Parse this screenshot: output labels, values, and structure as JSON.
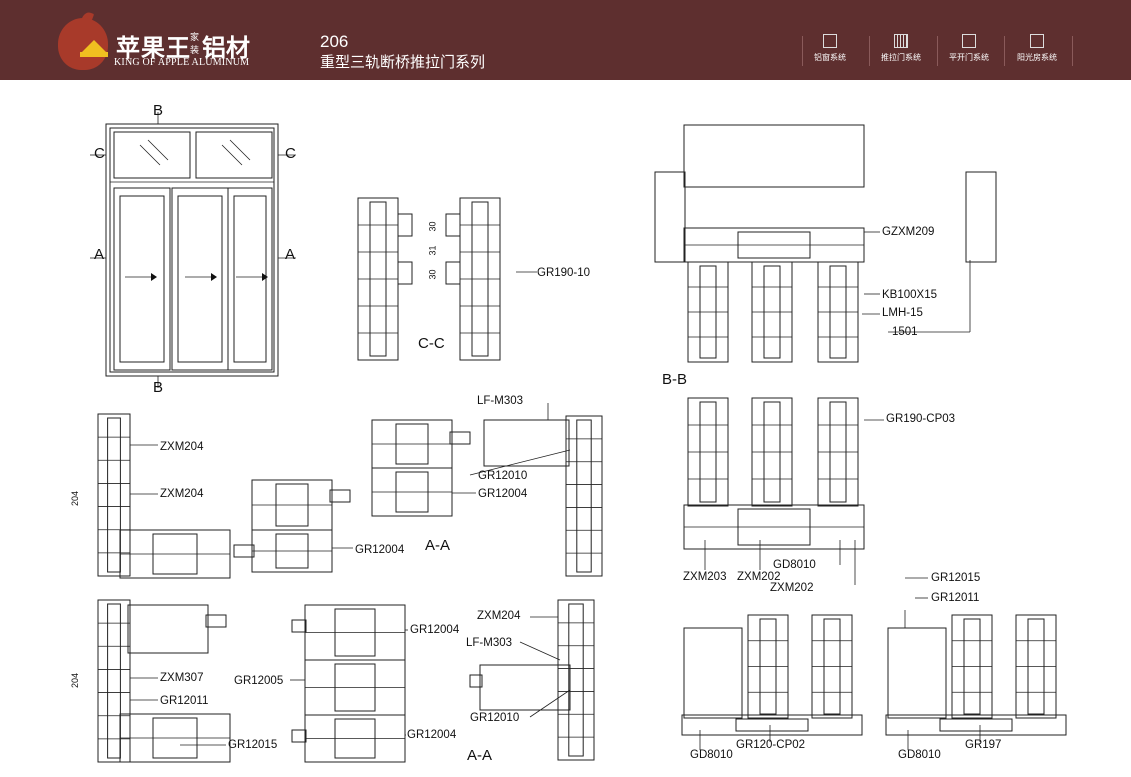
{
  "header": {
    "brand_cn": "苹果王",
    "brand_small_1": "家",
    "brand_small_2": "装",
    "brand_cn2": "铝材",
    "brand_en": "KING OF APPLE ALUMINUM",
    "series_number": "206",
    "series_name": "重型三轨断桥推拉门系列",
    "nav": [
      {
        "label": "铝窗系统",
        "icon": "window-icon"
      },
      {
        "label": "推拉门系统",
        "icon": "sliding-door-icon"
      },
      {
        "label": "平开门系统",
        "icon": "casement-door-icon"
      },
      {
        "label": "阳光房系统",
        "icon": "sunroom-icon"
      }
    ],
    "colors": {
      "header_bg": "#5e2f2f",
      "apple": "#a83a2a",
      "crown": "#f0c020"
    }
  },
  "elevation": {
    "b_top": "B",
    "b_bottom": "B",
    "c_left": "C",
    "c_right": "C",
    "a_left": "A",
    "a_right": "A"
  },
  "cc": {
    "title": "C-C",
    "dim1": "30",
    "dim2": "31",
    "dim3": "30",
    "gr": "GR190-10"
  },
  "bb": {
    "title": "B-B",
    "l1": "GZXM209",
    "l2": "KB100X15",
    "l3": "LMH-15",
    "l4": "1501",
    "l5": "GR190-CP03",
    "l6": "ZXM203",
    "l7": "ZXM202",
    "l8": "GD8010",
    "l9": "ZXM202"
  },
  "aa1": {
    "title": "A-A",
    "dim": "204",
    "l1": "ZXM204",
    "l2": "ZXM204",
    "l3": "GR12004",
    "l4": "LF-M303",
    "l5": "GR12010",
    "l6": "GR12004"
  },
  "aa2": {
    "title": "A-A",
    "dim": "204",
    "l1": "ZXM307",
    "l2": "GR12011",
    "l3": "GR12015",
    "l4": "GR12004",
    "l5": "GR12005",
    "l6": "GR12004",
    "l7": "ZXM204",
    "l8": "LF-M303",
    "l9": "GR12010"
  },
  "bottom_right": {
    "l1": "GR12015",
    "l2": "GR12011",
    "l3": "GD8010",
    "l4": "GR120-CP02",
    "l5": "GD8010",
    "l6": "GR197"
  }
}
